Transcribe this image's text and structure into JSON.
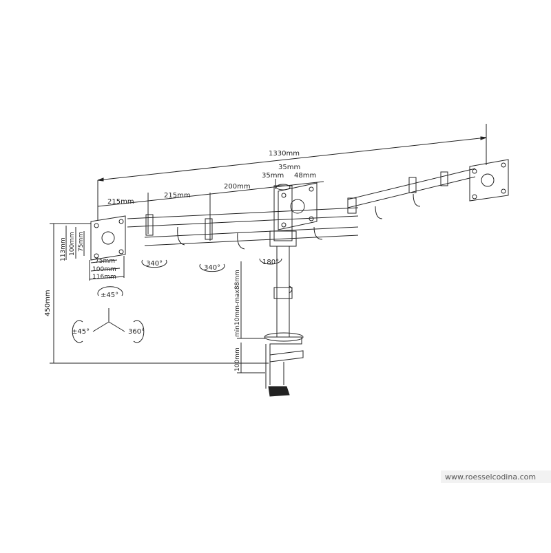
{
  "dimensions": {
    "overall_width": "1330mm",
    "arm_seg_1": "215mm",
    "arm_seg_2": "215mm",
    "arm_seg_3": "200mm",
    "center_left": "35mm",
    "center_top": "35mm",
    "center_right": "48mm",
    "plate_height_1": "113mm",
    "plate_height_2": "100mm",
    "plate_height_3": "75mm",
    "plate_width_1": "75mm",
    "plate_width_2": "100mm",
    "plate_width_3": "116mm",
    "total_height": "450mm",
    "clamp_range": "min10mm-max88mm",
    "clamp_depth": "100mm"
  },
  "angles": {
    "arm_left_outer": "340°",
    "arm_left_inner": "340°",
    "pole": "180°",
    "tilt": "±45°",
    "swivel": "±45°",
    "rotate": "360°"
  },
  "watermark": "www.roesselcodina.com",
  "colors": {
    "line": "#222222",
    "background": "#ffffff",
    "watermark_bg": "#f2f2f2"
  }
}
